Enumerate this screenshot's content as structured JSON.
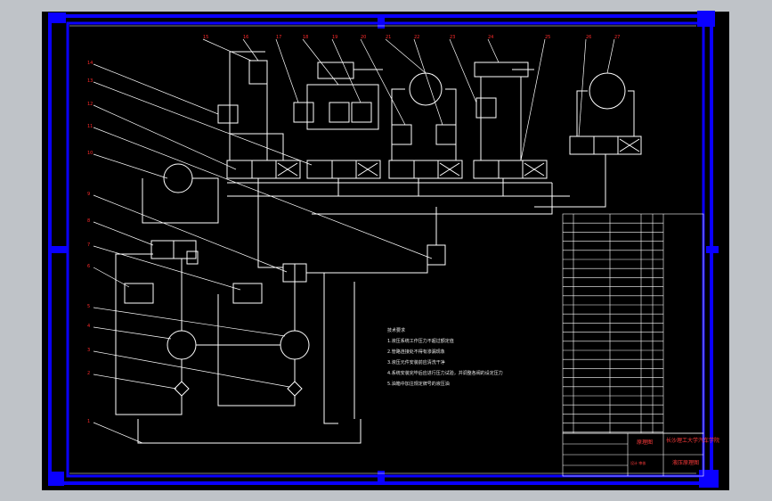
{
  "drawing": {
    "colors": {
      "background": "#000000",
      "outer_frame": "#0a00ff",
      "lines": "#ffffff",
      "leaders": "#ff2a2a",
      "title_text": "#ff2a2a",
      "viewport_bg": "#bfc3c8"
    },
    "top_labels": [
      "15",
      "16",
      "17",
      "18",
      "19",
      "20",
      "21",
      "22",
      "23",
      "24",
      "25",
      "26",
      "27"
    ],
    "left_labels": [
      "14",
      "13",
      "12",
      "11",
      "10",
      "9",
      "8",
      "7",
      "6",
      "5",
      "4",
      "3",
      "2",
      "1"
    ],
    "notes": [
      "技术要求",
      "1.液压系统工作压力不超过额定值",
      "2.管路连接处不得有渗漏现象",
      "3.液压元件安装前应清洗干净",
      "4.系统安装完毕后应进行压力试验，并调整各阀的设定压力",
      "5.油箱中加注规定牌号的液压油"
    ],
    "title_block": {
      "school": "长沙理工大学汽车学院",
      "drawing_name": "液压原理图",
      "center": "原理图",
      "bottom_left": "设计 审核"
    },
    "icons": [
      "pump-icon",
      "motor-icon",
      "cylinder-icon",
      "valve-icon",
      "filter-icon",
      "tank-icon"
    ]
  }
}
